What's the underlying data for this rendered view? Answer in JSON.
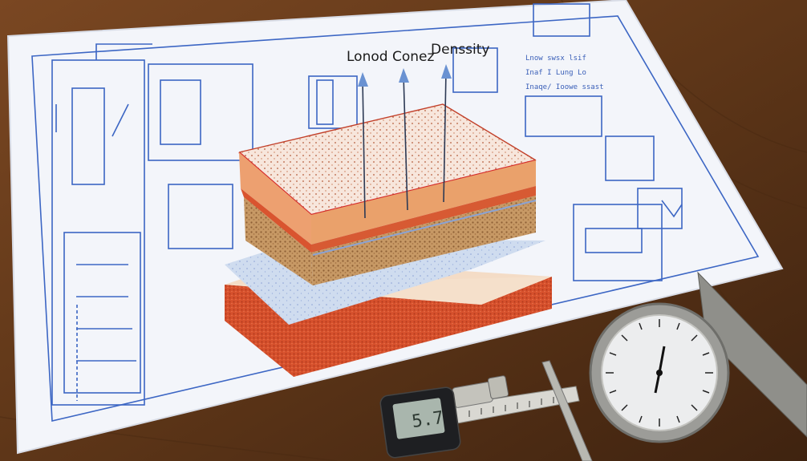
{
  "scene": {
    "description_labels": {
      "label_left": "Lonod Conez",
      "label_right": "Denssity"
    },
    "blueprint_notes": [
      "Lnow swsx lsif",
      "Inaf I Lung Lo",
      "Inaqe/ Ioowe ssast"
    ],
    "caliper_display": "5.7",
    "colors": {
      "wood": "#6b3f1d",
      "paper": "#f4f6fb",
      "blueprint_line": "#3c66c4",
      "foam_orange": "#e9a36b",
      "foam_brown": "#c49462",
      "foam_red": "#d9542f",
      "gauge_face": "#ecedee"
    }
  }
}
